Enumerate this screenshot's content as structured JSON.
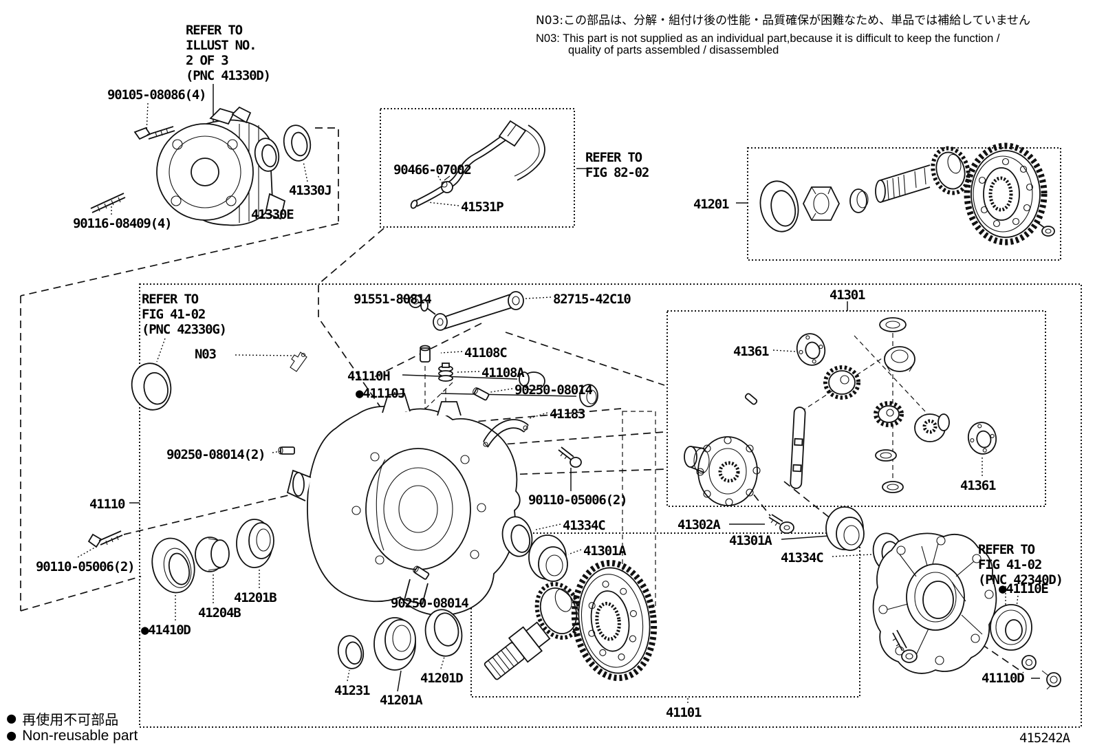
{
  "note": {
    "jp": "N03:この部品は、分解・組付け後の性能・品質確保が困難なため、単品では補給していません",
    "en_line1": "N03: This part is not supplied as an individual part,because it is difficult to keep the function /",
    "en_line2": "quality of parts assembled / disassembled"
  },
  "legend": {
    "bullet": "●",
    "jp": "再使用不可部品",
    "en": "Non-reusable part"
  },
  "drawing_number": "415242A",
  "callouts": [
    {
      "id": "refer_illust",
      "text": "REFER TO\nILLUST NO.\n2 OF 3\n(PNC 41330D)"
    },
    {
      "id": "b90105",
      "text": "90105-08086(4)"
    },
    {
      "id": "b90116",
      "text": "90116-08409(4)"
    },
    {
      "id": "r41330J",
      "text": "41330J"
    },
    {
      "id": "r41330E",
      "text": "41330E"
    },
    {
      "id": "b90466",
      "text": "90466-07002"
    },
    {
      "id": "p41531P",
      "text": "41531P"
    },
    {
      "id": "refer_fig82",
      "text": "REFER TO\nFIG 82-02"
    },
    {
      "id": "g41201",
      "text": "41201"
    },
    {
      "id": "refer_fig41_top",
      "text": "REFER TO\nFIG 41-02\n(PNC 42330G)"
    },
    {
      "id": "n03",
      "text": "N03"
    },
    {
      "id": "b91551",
      "text": "91551-80814"
    },
    {
      "id": "b82715",
      "text": "82715-42C10"
    },
    {
      "id": "p41108C",
      "text": "41108C"
    },
    {
      "id": "p41108A",
      "text": "41108A"
    },
    {
      "id": "b90250_a",
      "text": "90250-08014"
    },
    {
      "id": "p41183",
      "text": "41183"
    },
    {
      "id": "b90250_2",
      "text": "90250-08014(2)"
    },
    {
      "id": "p41110",
      "text": "41110"
    },
    {
      "id": "p41110H",
      "text": "41110H"
    },
    {
      "id": "p41110J",
      "text": "●41110J"
    },
    {
      "id": "b90110_in",
      "text": "90110-05006(2)"
    },
    {
      "id": "p41334C_l",
      "text": "41334C"
    },
    {
      "id": "p41301A_l",
      "text": "41301A"
    },
    {
      "id": "g41301",
      "text": "41301"
    },
    {
      "id": "p41361_t",
      "text": "41361"
    },
    {
      "id": "p41361_b",
      "text": "41361"
    },
    {
      "id": "p41302A",
      "text": "41302A"
    },
    {
      "id": "p41301A_r",
      "text": "41301A"
    },
    {
      "id": "p41334C_r",
      "text": "41334C"
    },
    {
      "id": "b90110_out",
      "text": "90110-05006(2)"
    },
    {
      "id": "p41201B",
      "text": "41201B"
    },
    {
      "id": "p41204B",
      "text": "41204B"
    },
    {
      "id": "p41410D",
      "text": "●41410D"
    },
    {
      "id": "p41231",
      "text": "41231"
    },
    {
      "id": "p41201A",
      "text": "41201A"
    },
    {
      "id": "p41201D",
      "text": "41201D"
    },
    {
      "id": "b90250_b",
      "text": "90250-08014"
    },
    {
      "id": "refer_fig41_bot",
      "text": "REFER TO\nFIG 41-02\n(PNC 42340D)"
    },
    {
      "id": "p41110E",
      "text": "●41110E"
    },
    {
      "id": "p41110D",
      "text": "41110D"
    },
    {
      "id": "p41101",
      "text": "41101"
    }
  ]
}
